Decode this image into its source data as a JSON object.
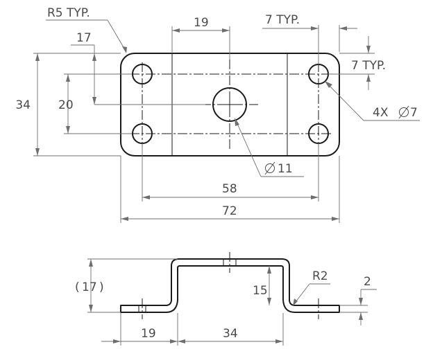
{
  "drawing": {
    "plan_view": {
      "radius_note": "R5 TYP.",
      "edge_offset_h": "7 TYP.",
      "edge_offset_v": "7 TYP.",
      "flat_width": "19",
      "hole_to_edge": "17",
      "overall_height": "34",
      "hole_spacing_v": "20",
      "small_holes_note": "4X",
      "small_holes_dia": "7",
      "center_hole_dia": "11",
      "hole_spacing_h": "58",
      "overall_length": "72"
    },
    "side_view": {
      "overall_height": "17",
      "inner_height": "15",
      "bend_radius": "R2",
      "thickness": "2",
      "flange_width": "19",
      "channel_width": "34"
    }
  },
  "colors": {
    "part_line": "#1a1a1a",
    "dimension_line": "#6e6e6e",
    "text": "#4a4a4a",
    "background": "#ffffff"
  }
}
